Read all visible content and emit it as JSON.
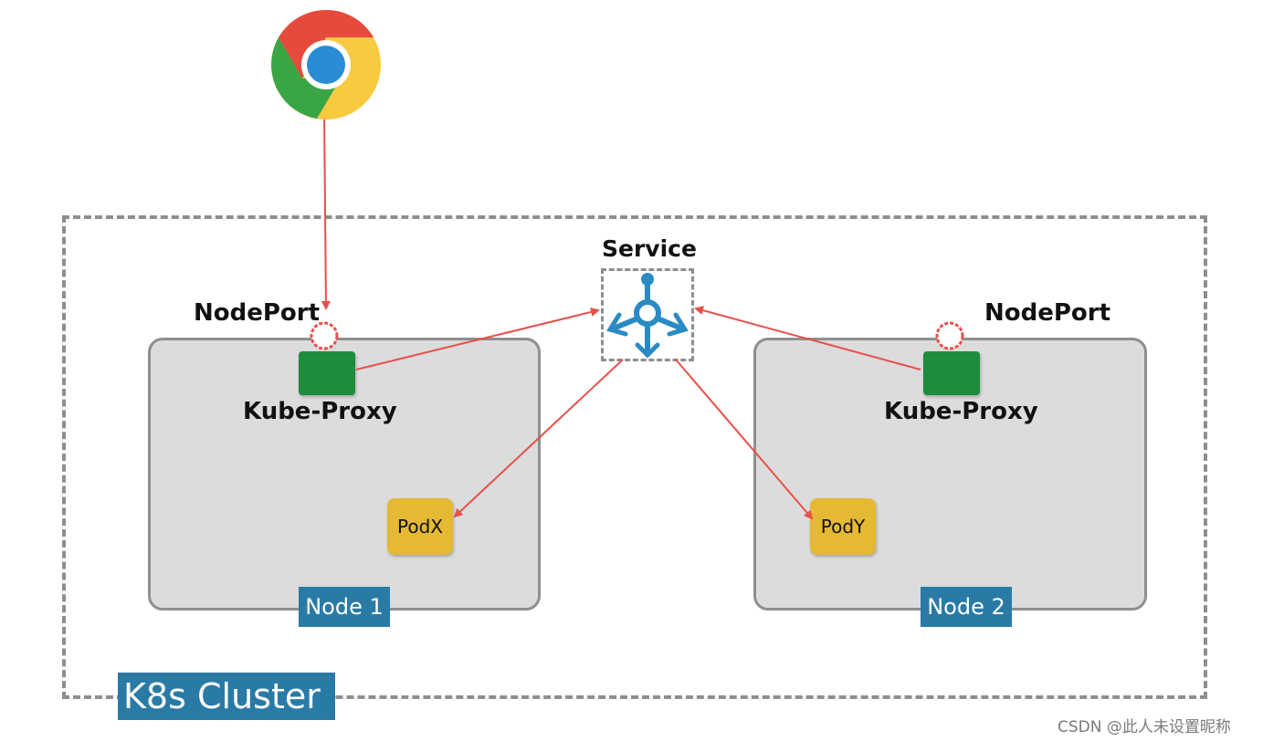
{
  "diagram": {
    "cluster_label": "K8s Cluster",
    "service_label": "Service",
    "nodes": [
      {
        "label": "Node 1",
        "nodeport_label": "NodePort",
        "proxy_label": "Kube-Proxy",
        "pod_label": "PodX"
      },
      {
        "label": "Node 2",
        "nodeport_label": "NodePort",
        "proxy_label": "Kube-Proxy",
        "pod_label": "PodY"
      }
    ],
    "watermark": "CSDN @此人未设置昵称"
  },
  "colors": {
    "arrow": "#e8504a",
    "node_label_bg": "#2a7aa6",
    "proxy": "#1e8c3c",
    "pod": "#e6b934",
    "service_icon": "#2a8ac4",
    "node_bg": "#dcdcdd"
  },
  "icons": {
    "browser": "chrome-browser-icon",
    "service": "service-hub-icon"
  }
}
